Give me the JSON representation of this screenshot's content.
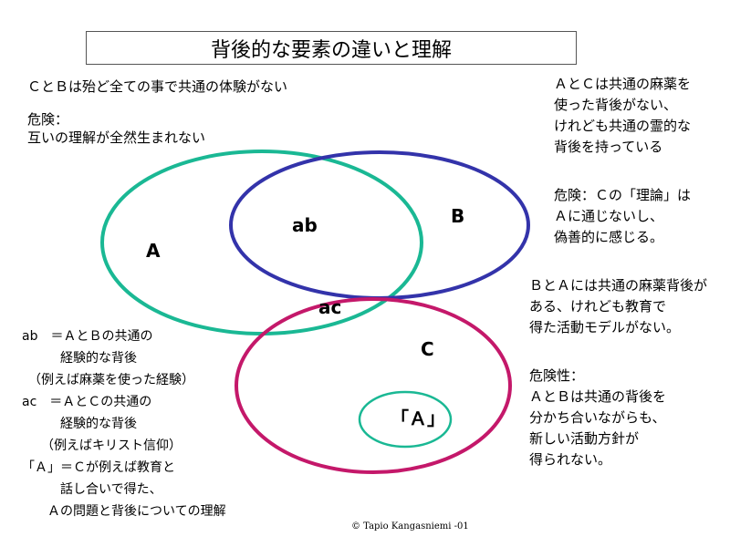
{
  "title": "背後的な要素の違いと理解",
  "notes": {
    "top_left_1": "ＣとＢは殆ど全ての事で共通の体験がない",
    "top_left_2": "危険：\n互いの理解が全然生まれない",
    "top_right_1": "ＡとＣは共通の麻薬を\n使った背後がない、\nけれども共通の霊的な\n背後を持っている",
    "top_right_2": "危険：Ｃの「理論」は\nＡに通じないし、\n偽善的に感じる。",
    "mid_right_1": "ＢとＡには共通の麻薬背後が\nある、けれども教育で\n得た活動モデルがない。",
    "mid_right_2": "危険性：\nＡとＢは共通の背後を\n分かち合いながらも、\n新しい活動方針が\n得られない。",
    "bottom_left": "ab　＝ＡとＢの共通の\n　　　経験的な背後\n　（例えば麻薬を使った経験）\nac　＝ＡとＣの共通の\n　　　経験的な背後\n　　（例えばキリスト信仰）\n「Ａ」＝Ｃが例えば教育と\n　　　話し合いで得た、\n　　Ａの問題と背後についての理解"
  },
  "diagram": {
    "sets": [
      {
        "id": "A",
        "label": "A",
        "color": "#1ab894"
      },
      {
        "id": "B",
        "label": "B",
        "color": "#3333aa"
      },
      {
        "id": "C",
        "label": "C",
        "color": "#c4186a"
      },
      {
        "id": "innerA",
        "label": "「Ａ」",
        "color": "#1ab894"
      }
    ],
    "regions": {
      "ab": "ab",
      "ac": "ac"
    }
  },
  "copyright": "© Tapio Kangasniemi -01"
}
